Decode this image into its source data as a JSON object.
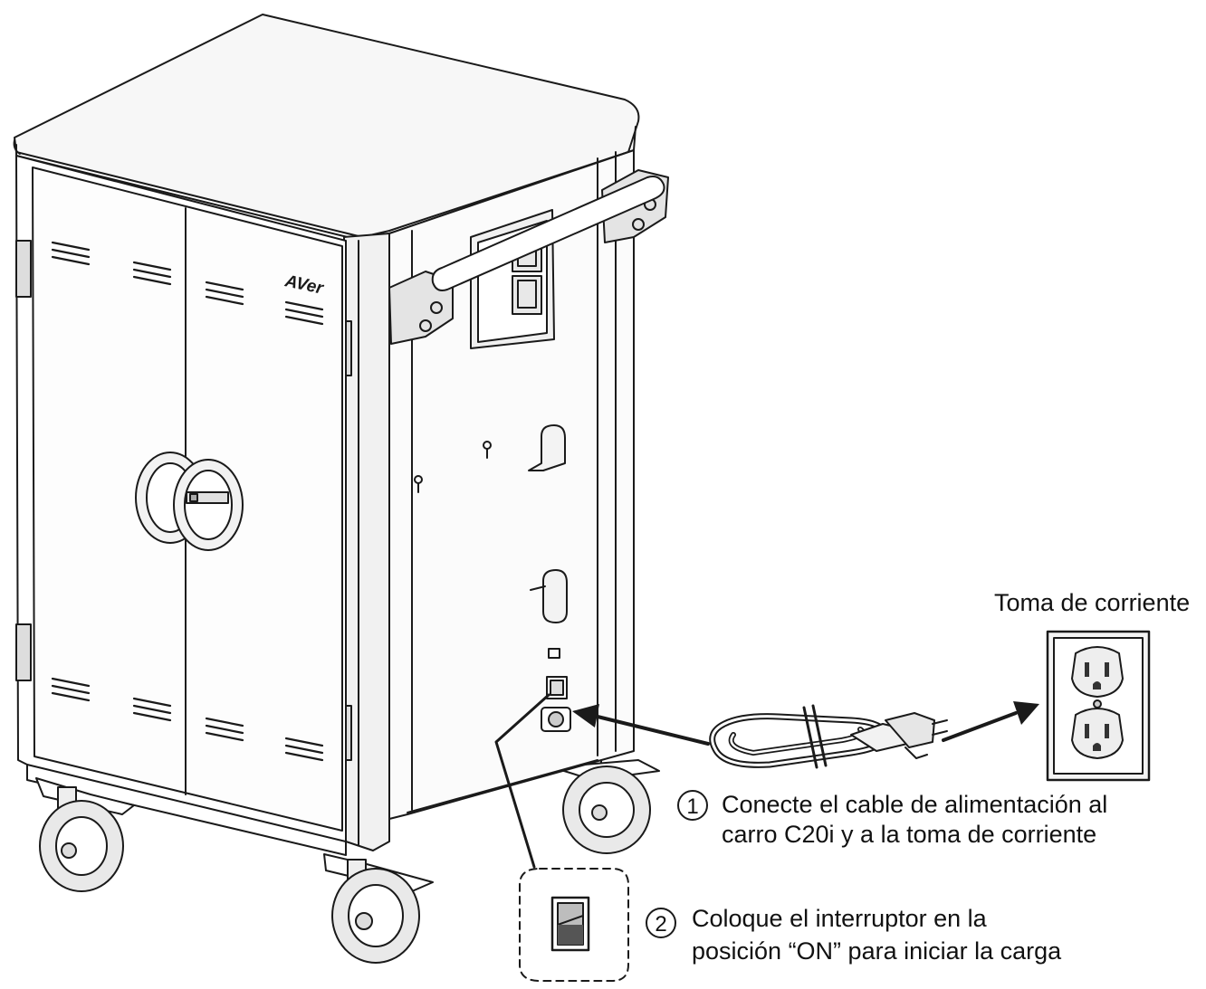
{
  "outlet": {
    "label": "Toma de corriente"
  },
  "steps": [
    {
      "number": "1",
      "lines": [
        "Conecte el cable de alimentación al",
        "carro C20i y a la toma de corriente"
      ]
    },
    {
      "number": "2",
      "lines": [
        "Coloque el interruptor en la",
        "posición “ON” para iniciar la carga"
      ]
    }
  ],
  "brand": {
    "logo_text": "AVer"
  },
  "colors": {
    "line": "#1a1a1a",
    "fill": "#ffffff",
    "metal": "#e6e6e6",
    "frame": "#d6d6d6"
  }
}
